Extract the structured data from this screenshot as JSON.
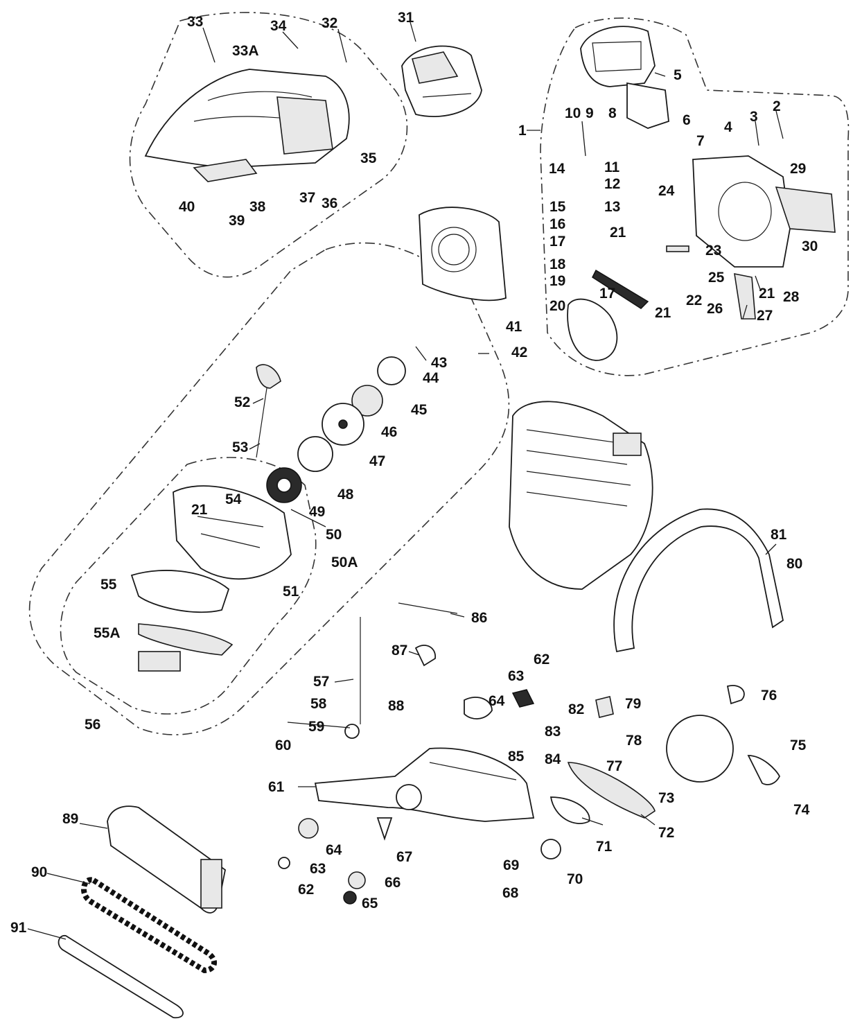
{
  "callouts": {
    "c1": "1",
    "c2": "2",
    "c3": "3",
    "c4": "4",
    "c5": "5",
    "c6": "6",
    "c7": "7",
    "c8": "8",
    "c9": "9",
    "c10": "10",
    "c11": "11",
    "c12": "12",
    "c13": "13",
    "c14": "14",
    "c15": "15",
    "c16": "16",
    "c17": "17",
    "c18": "18",
    "c19": "19",
    "c20": "20",
    "c21": "21",
    "c22": "22",
    "c23": "23",
    "c24": "24",
    "c25": "25",
    "c26": "26",
    "c27": "27",
    "c28": "28",
    "c29": "29",
    "c30": "30",
    "c31": "31",
    "c32": "32",
    "c33": "33",
    "c33a": "33A",
    "c34": "34",
    "c35": "35",
    "c36": "36",
    "c37": "37",
    "c38": "38",
    "c39": "39",
    "c40": "40",
    "c41": "41",
    "c42": "42",
    "c43": "43",
    "c44": "44",
    "c45": "45",
    "c46": "46",
    "c47": "47",
    "c48": "48",
    "c49": "49",
    "c50": "50",
    "c50a": "50A",
    "c51": "51",
    "c52": "52",
    "c53": "53",
    "c54": "54",
    "c55": "55",
    "c55a": "55A",
    "c56": "56",
    "c57": "57",
    "c58": "58",
    "c59": "59",
    "c60": "60",
    "c61": "61",
    "c62": "62",
    "c63": "63",
    "c64": "64",
    "c65": "65",
    "c66": "66",
    "c67": "67",
    "c68": "68",
    "c69": "69",
    "c70": "70",
    "c71": "71",
    "c72": "72",
    "c73": "73",
    "c74": "74",
    "c75": "75",
    "c76": "76",
    "c77": "77",
    "c78": "78",
    "c79": "79",
    "c80": "80",
    "c81": "81",
    "c82": "82",
    "c83": "83",
    "c84": "84",
    "c85": "85",
    "c86": "86",
    "c87": "87",
    "c88": "88",
    "c89": "89",
    "c90": "90",
    "c91": "91"
  },
  "colors": {
    "line": "#1a1a1a",
    "background": "#ffffff",
    "fill_gray": "#e8e8e8"
  }
}
